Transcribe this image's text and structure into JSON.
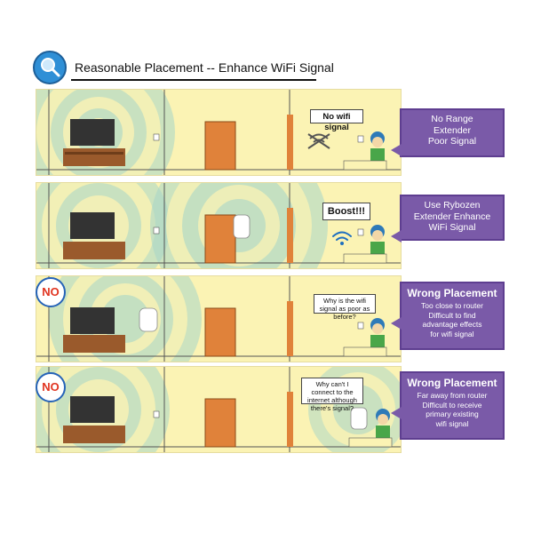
{
  "header": {
    "title": "Reasonable Placement -- Enhance WiFi Signal",
    "icon": "magnifier-icon"
  },
  "colors": {
    "panel_bg": "#fbf3b4",
    "wave": "#a6d6c8",
    "door": "#e0823a",
    "label_bg": "#7a5aa8",
    "no_red": "#e0331f",
    "no_ring": "#2563b8"
  },
  "panels": [
    {
      "id": "no-range-extender",
      "bubble": "No wifi signal",
      "label": [
        "No Range",
        "Extender",
        "Poor Signal"
      ]
    },
    {
      "id": "use-extender",
      "bubble": "Boost!!!",
      "label": [
        "Use Rybozen",
        "Extender Enhance",
        "WiFi Signal"
      ]
    },
    {
      "id": "too-close",
      "badge": "NO",
      "bubble": "Why is the wifi signal as poor as before?",
      "label_header": "Wrong Placement",
      "label": [
        "Too close to router",
        "Difficult to find",
        "advantage effects",
        "for wifi signal"
      ]
    },
    {
      "id": "too-far",
      "badge": "NO",
      "bubble": "Why can't I connect to the internet although there's signal?",
      "label_header": "Wrong Placement",
      "label": [
        "Far away from router",
        "Difficult to receive",
        "primary existing",
        "wifi signal"
      ]
    }
  ]
}
